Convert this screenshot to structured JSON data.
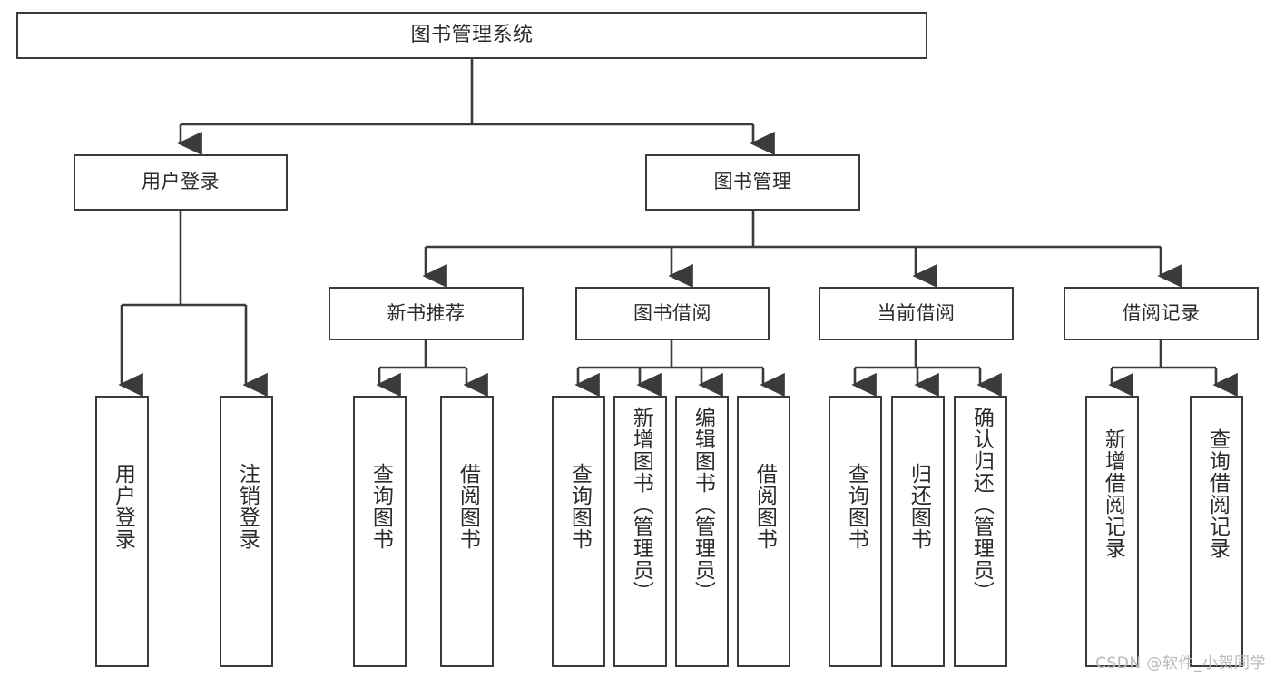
{
  "diagram": {
    "title": "图书管理系统",
    "type": "tree-hierarchy-chart",
    "root": {
      "id": "root",
      "label": "图书管理系统"
    },
    "level2": [
      {
        "id": "user-login",
        "label": "用户登录"
      },
      {
        "id": "book-manage",
        "label": "图书管理"
      }
    ],
    "level3": [
      {
        "id": "new-book-recommend",
        "label": "新书推荐"
      },
      {
        "id": "book-borrow",
        "label": "图书借阅"
      },
      {
        "id": "current-borrow",
        "label": "当前借阅"
      },
      {
        "id": "borrow-record",
        "label": "借阅记录"
      }
    ],
    "leaves": {
      "user_login": [
        {
          "id": "leaf-user-login",
          "label": "用户登录",
          "align": "middle"
        },
        {
          "id": "leaf-logout-login",
          "label": "注销登录",
          "align": "middle"
        }
      ],
      "new_book_recommend": [
        {
          "id": "leaf-query-book-1",
          "label": "查询图书",
          "align": "middle"
        },
        {
          "id": "leaf-borrow-book-1",
          "label": "借阅图书",
          "align": "middle"
        }
      ],
      "book_borrow": [
        {
          "id": "leaf-query-book-2",
          "label": "查询图书",
          "align": "middle"
        },
        {
          "id": "leaf-add-book",
          "label": "新增图书（管理员）",
          "align": "top"
        },
        {
          "id": "leaf-edit-book",
          "label": "编辑图书（管理员）",
          "align": "top"
        },
        {
          "id": "leaf-borrow-book-2",
          "label": "借阅图书",
          "align": "middle"
        }
      ],
      "current_borrow": [
        {
          "id": "leaf-query-book-3",
          "label": "查询图书",
          "align": "middle"
        },
        {
          "id": "leaf-return-book",
          "label": "归还图书",
          "align": "middle"
        },
        {
          "id": "leaf-confirm-return",
          "label": "确认归还（管理员）",
          "align": "top"
        }
      ],
      "borrow_record": [
        {
          "id": "leaf-add-record",
          "label": "新增借阅记录",
          "align": "middle"
        },
        {
          "id": "leaf-query-record",
          "label": "查询借阅记录",
          "align": "middle"
        }
      ]
    },
    "colors": {
      "stroke": "#3b3b3b",
      "text": "#2b2b2b",
      "background": "#ffffff",
      "watermark": "#b9b9b9"
    }
  },
  "watermark": {
    "text": "CSDN @软件_小贺同学"
  }
}
